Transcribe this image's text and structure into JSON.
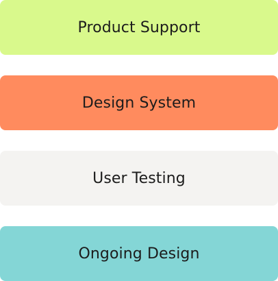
{
  "cards": [
    {
      "label": "Product Support",
      "color": "#d9f98c"
    },
    {
      "label": "Design System",
      "color": "#ff8b5e"
    },
    {
      "label": "User Testing",
      "color": "#f4f3f1"
    },
    {
      "label": "Ongoing Design",
      "color": "#84d6d6"
    }
  ]
}
